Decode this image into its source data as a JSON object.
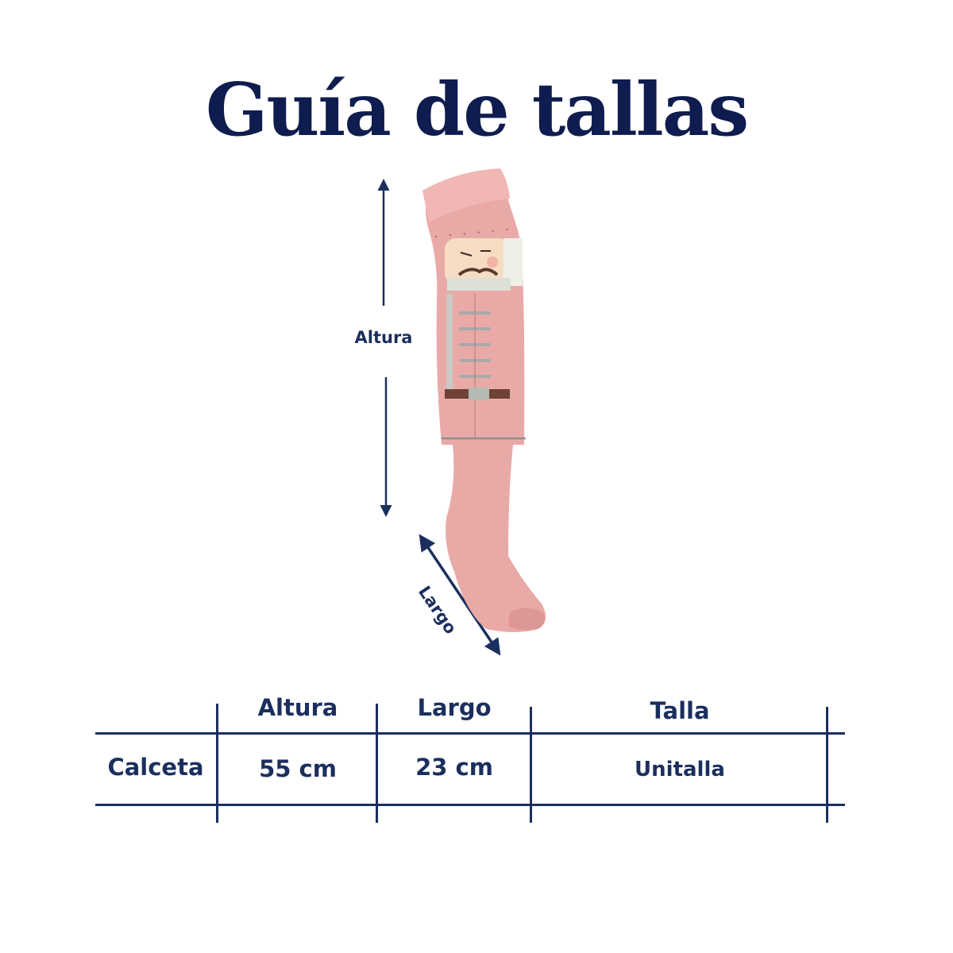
{
  "title": "Guía de tallas",
  "diagram": {
    "height_label": "Altura",
    "length_label": "Largo"
  },
  "table": {
    "headers": [
      "Altura",
      "Largo",
      "Talla"
    ],
    "row_label": "Calceta",
    "values": [
      "55 cm",
      "23 cm",
      "Unitalla"
    ]
  },
  "colors": {
    "navy": "#1b2f5e",
    "title_navy": "#0f1c4f",
    "sock_pink": "#e9aaa7"
  }
}
